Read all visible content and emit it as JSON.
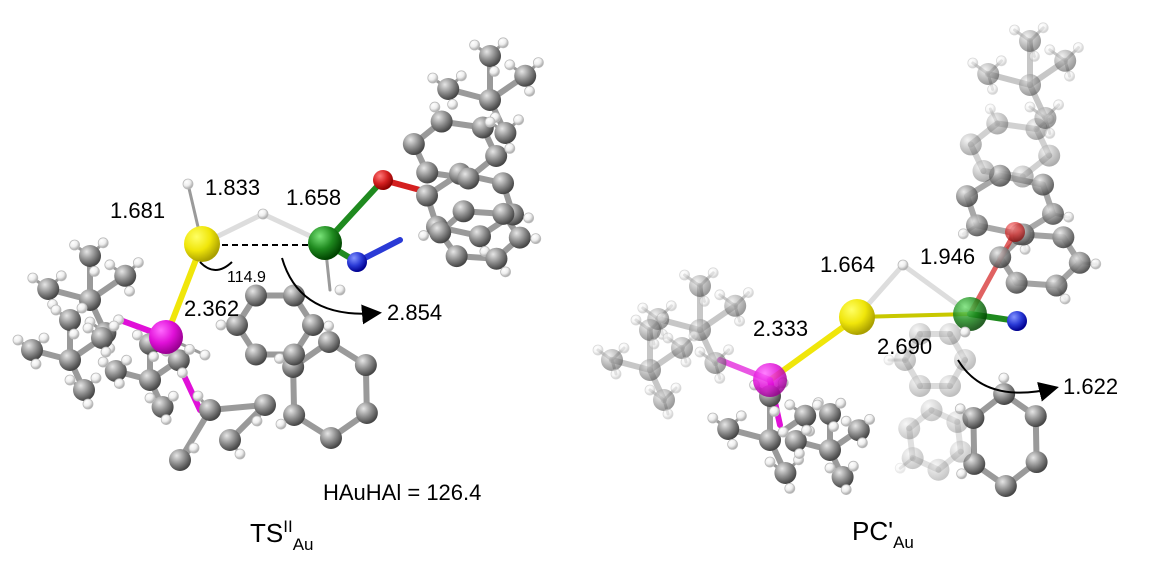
{
  "colors": {
    "carbon": "#8c8c8c",
    "hydrogen": "#eeeeee",
    "sulfur": "#f0e60a",
    "phosphorus": "#e010d8",
    "gold": "#1f8a1f",
    "nitrogen": "#2a3ad6",
    "oxygen": "#d42020",
    "bond": "#9a9a9a"
  },
  "left": {
    "caption_main": "TS",
    "caption_sup": "II",
    "caption_sub": "Au",
    "labels": {
      "d1681": "1.681",
      "d1833": "1.833",
      "d1658": "1.658",
      "angle": "114.9",
      "d2362": "2.362",
      "d2854": "2.854"
    },
    "dihedral": "HAuHAl = 126.4"
  },
  "right": {
    "caption_main": "PC'",
    "caption_sub": "Au",
    "labels": {
      "d1664": "1.664",
      "d1946": "1.946",
      "d2333": "2.333",
      "d2690": "2.690",
      "d1622": "1.622"
    }
  }
}
